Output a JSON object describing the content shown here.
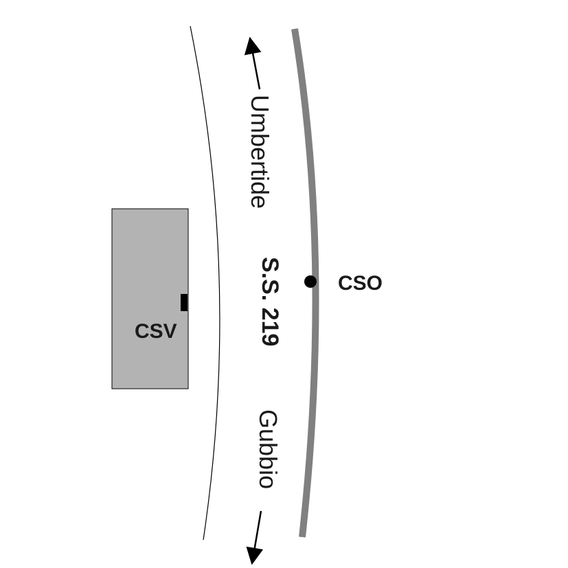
{
  "labels": {
    "north": "Umbertide",
    "south": "Gubbio",
    "road": "S.S. 219",
    "point": "CSO",
    "building": "CSV"
  },
  "colors": {
    "building_fill": "#b3b3b3",
    "road_edge": "#808080",
    "ink": "#000000"
  }
}
